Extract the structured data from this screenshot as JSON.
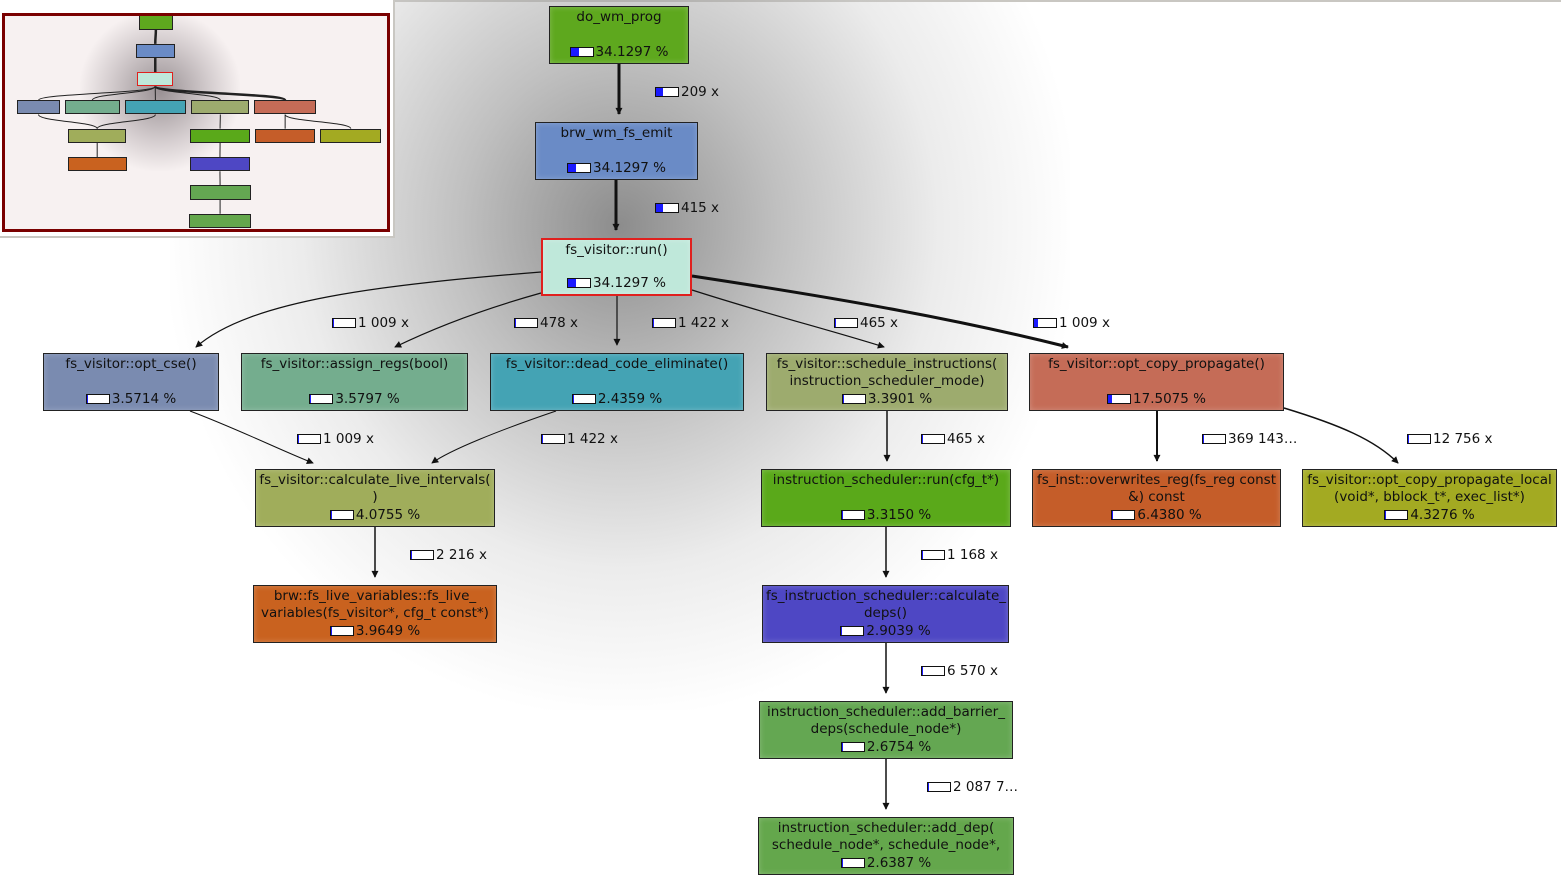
{
  "colors": {
    "selected_border": "#e0201e",
    "minimap_border": "#7a0000",
    "cost_bar_fill": "#1a1aff"
  },
  "nodes": [
    {
      "id": "do_wm_prog",
      "label": "do_wm_prog",
      "cost": "34.1297 %",
      "cost_fraction": 0.341297,
      "color": "#5ea81e"
    },
    {
      "id": "brw_wm_fs_emit",
      "label": "brw_wm_fs_emit",
      "cost": "34.1297 %",
      "cost_fraction": 0.341297,
      "color": "#6a8bc6"
    },
    {
      "id": "fs_visitor_run",
      "label": "fs_visitor::run()",
      "cost": "34.1297 %",
      "cost_fraction": 0.341297,
      "color": "#bfe8da",
      "selected": true
    },
    {
      "id": "opt_cse",
      "label": "fs_visitor::opt_cse()",
      "cost": "3.5714 %",
      "cost_fraction": 0.035714,
      "color": "#7a8bb0"
    },
    {
      "id": "assign_regs",
      "label": "fs_visitor::assign_regs(bool)",
      "cost": "3.5797 %",
      "cost_fraction": 0.035797,
      "color": "#74ad8e"
    },
    {
      "id": "dead_code_eliminate",
      "label": "fs_visitor::dead_code_eliminate()",
      "cost": "2.4359 %",
      "cost_fraction": 0.024359,
      "color": "#44a3b4"
    },
    {
      "id": "schedule_instructions",
      "label": "fs_visitor::schedule_instructions(\ninstruction_scheduler_mode)",
      "cost": "3.3901 %",
      "cost_fraction": 0.033901,
      "color": "#9dab6e"
    },
    {
      "id": "opt_copy_propagate",
      "label": "fs_visitor::opt_copy_propagate()",
      "cost": "17.5075 %",
      "cost_fraction": 0.175075,
      "color": "#c56c57"
    },
    {
      "id": "calculate_live_intervals",
      "label": "fs_visitor::calculate_live_intervals(\n)",
      "cost": "4.0755 %",
      "cost_fraction": 0.040755,
      "color": "#a0ad5b"
    },
    {
      "id": "scheduler_run",
      "label": "instruction_scheduler::run(cfg_t*)",
      "cost": "3.3150 %",
      "cost_fraction": 0.03315,
      "color": "#5aa91a"
    },
    {
      "id": "overwrites_reg",
      "label": "fs_inst::overwrites_reg(fs_reg const\n&) const",
      "cost": "6.4380 %",
      "cost_fraction": 0.06438,
      "color": "#c55d29"
    },
    {
      "id": "opt_copy_propagate_local",
      "label": "fs_visitor::opt_copy_propagate_local\n(void*, bblock_t*, exec_list*)",
      "cost": "4.3276 %",
      "cost_fraction": 0.043276,
      "color": "#a3aa22"
    },
    {
      "id": "fs_live_variables",
      "label": "brw::fs_live_variables::fs_live_\nvariables(fs_visitor*, cfg_t const*)",
      "cost": "3.9649 %",
      "cost_fraction": 0.039649,
      "color": "#c9621f"
    },
    {
      "id": "calculate_deps",
      "label": "fs_instruction_scheduler::calculate_\ndeps()",
      "cost": "2.9039 %",
      "cost_fraction": 0.029039,
      "color": "#4e47c4"
    },
    {
      "id": "add_barrier_deps",
      "label": "instruction_scheduler::add_barrier_\ndeps(schedule_node*)",
      "cost": "2.6754 %",
      "cost_fraction": 0.026754,
      "color": "#64a752"
    },
    {
      "id": "add_dep",
      "label": "instruction_scheduler::add_dep(\nschedule_node*, schedule_node*, i…",
      "cost": "2.6387 %",
      "cost_fraction": 0.026387,
      "color": "#64a74c"
    }
  ],
  "edges": [
    {
      "from": "do_wm_prog",
      "to": "brw_wm_fs_emit",
      "calls": "209 x",
      "fraction": 0.34
    },
    {
      "from": "brw_wm_fs_emit",
      "to": "fs_visitor_run",
      "calls": "415 x",
      "fraction": 0.34
    },
    {
      "from": "fs_visitor_run",
      "to": "opt_cse",
      "calls": "1 009 x",
      "fraction": 0.036
    },
    {
      "from": "fs_visitor_run",
      "to": "assign_regs",
      "calls": "478 x",
      "fraction": 0.036
    },
    {
      "from": "fs_visitor_run",
      "to": "dead_code_eliminate",
      "calls": "1 422 x",
      "fraction": 0.024
    },
    {
      "from": "fs_visitor_run",
      "to": "schedule_instructions",
      "calls": "465 x",
      "fraction": 0.034
    },
    {
      "from": "fs_visitor_run",
      "to": "opt_copy_propagate",
      "calls": "1 009 x",
      "fraction": 0.175
    },
    {
      "from": "opt_cse",
      "to": "calculate_live_intervals",
      "calls": "1 009 x",
      "fraction": 0.02
    },
    {
      "from": "dead_code_eliminate",
      "to": "calculate_live_intervals",
      "calls": "1 422 x",
      "fraction": 0.02
    },
    {
      "from": "schedule_instructions",
      "to": "scheduler_run",
      "calls": "465 x",
      "fraction": 0.033
    },
    {
      "from": "opt_copy_propagate",
      "to": "overwrites_reg",
      "calls": "369 143…",
      "fraction": 0.064
    },
    {
      "from": "opt_copy_propagate",
      "to": "opt_copy_propagate_local",
      "calls": "12 756 x",
      "fraction": 0.043
    },
    {
      "from": "calculate_live_intervals",
      "to": "fs_live_variables",
      "calls": "2 216 x",
      "fraction": 0.04
    },
    {
      "from": "scheduler_run",
      "to": "calculate_deps",
      "calls": "1 168 x",
      "fraction": 0.029
    },
    {
      "from": "calculate_deps",
      "to": "add_barrier_deps",
      "calls": "6 570 x",
      "fraction": 0.027
    },
    {
      "from": "add_barrier_deps",
      "to": "add_dep",
      "calls": "2 087 7…",
      "fraction": 0.026
    }
  ]
}
